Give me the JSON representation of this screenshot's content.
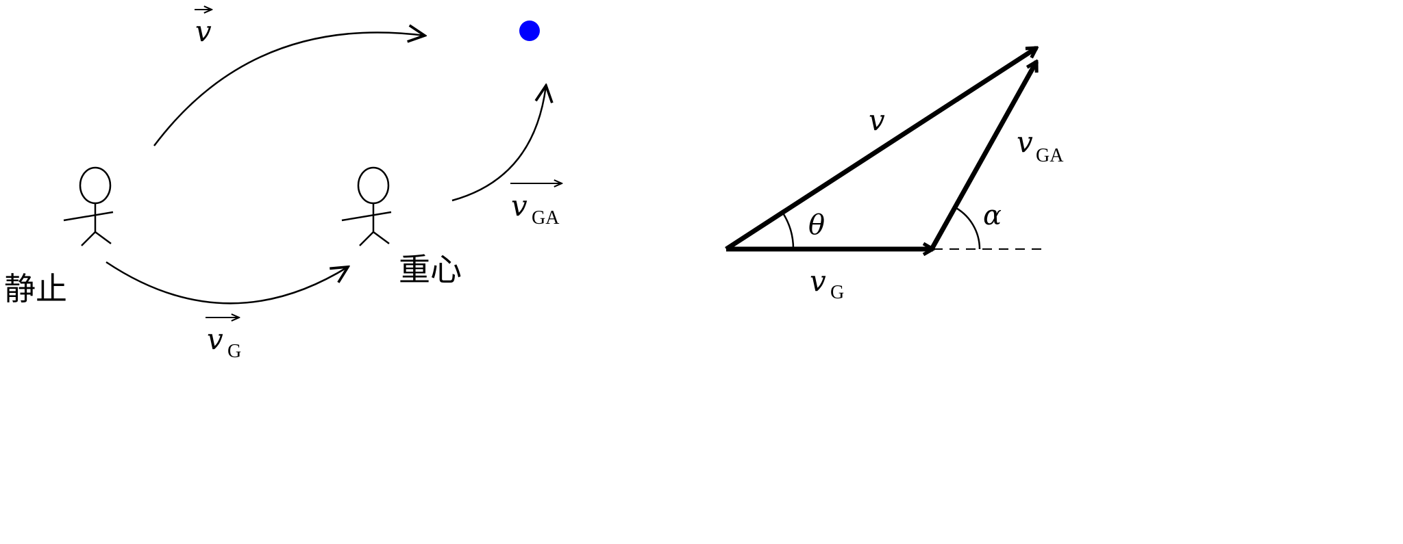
{
  "left": {
    "labels": {
      "v": "v",
      "v_ga": "v",
      "v_ga_sub": "GA",
      "v_g": "v",
      "v_g_sub": "G",
      "rest": "静止",
      "center_of_mass": "重心"
    }
  },
  "right": {
    "labels": {
      "v": "v",
      "v_ga": "v",
      "v_ga_sub": "GA",
      "v_g": "v",
      "v_g_sub": "G",
      "theta": "θ",
      "alpha": "α"
    }
  },
  "colors": {
    "dot": "#0000ff",
    "line": "#000000"
  }
}
